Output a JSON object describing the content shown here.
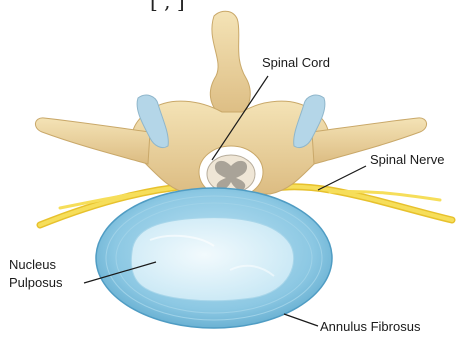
{
  "top_fragment": "[ , ]",
  "labels": {
    "spinal_cord": "Spinal Cord",
    "spinal_nerve": "Spinal Nerve",
    "nucleus_line1": "Nucleus",
    "nucleus_line2": "Pulposus",
    "annulus": "Annulus Fibrosus"
  },
  "colors": {
    "bone": "#ecd6a2",
    "bone_shade": "#d2b277",
    "nerve": "#f2d33a",
    "disc_outer": "#86c3df",
    "disc_inner": "#dff1fa",
    "cord": "#f3eadc",
    "cord_grey": "#b9b3aa"
  }
}
